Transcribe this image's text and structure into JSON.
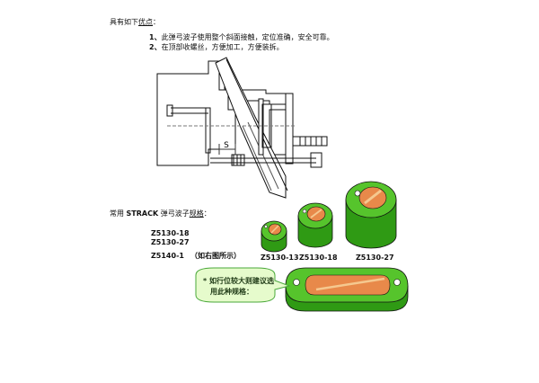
{
  "intro": {
    "prefix": "具有如下",
    "underlined": "优点",
    "suffix": "："
  },
  "advantages": [
    {
      "num": "1、",
      "text": "此弹弓波子使用整个斜面接触，定位准确，安全可靠。"
    },
    {
      "num": "2、",
      "text": "在顶部收螺丝，方便加工，方便装拆。"
    }
  ],
  "drawing": {
    "dim_label": "S"
  },
  "spec_heading": {
    "prefix": "常用 ",
    "brand": "STRACK",
    "middle": " 弹弓波子",
    "underlined": "规格",
    "suffix": "："
  },
  "spec_list": [
    "Z5130-18",
    "Z5130-27",
    "Z5140-1"
  ],
  "spec_note": "（如右图所示）",
  "part_labels": [
    "Z5130-13",
    "Z5130-18",
    "Z5130-27"
  ],
  "callout": {
    "mark": "*",
    "line1": "如行位较大则建议选",
    "line2": "用此种规格："
  },
  "colors": {
    "part_body": "#3fb51d",
    "part_top": "#78d848",
    "insert": "#e8894a",
    "callout_fill": "#e6fbcc",
    "callout_border": "#4aa83a"
  }
}
